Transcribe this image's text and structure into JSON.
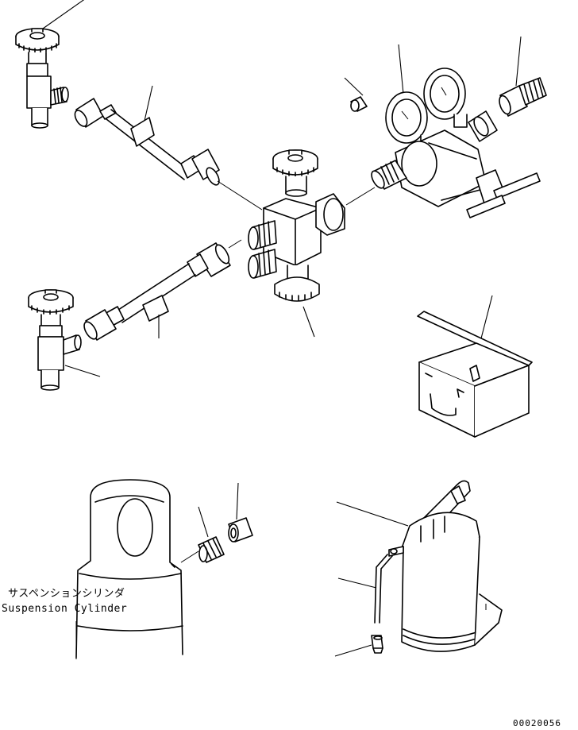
{
  "labels": {
    "jp": "サスペンションシリンダ",
    "en": "Suspension Cylinder"
  },
  "drawing_number": "00020056"
}
